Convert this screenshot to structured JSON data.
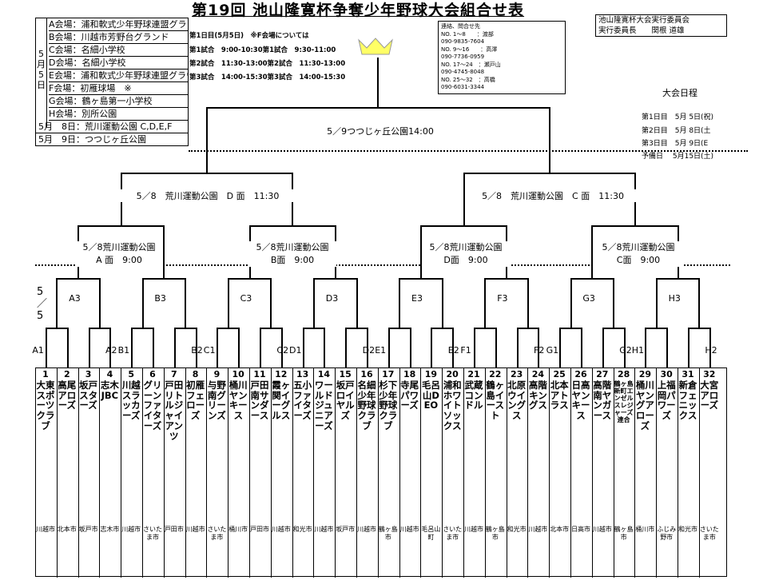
{
  "title": "第19回 池山隆寛杯争奪少年野球大会組合せ表",
  "venue_date": "5月5日",
  "venues": [
    "A会場：浦和軟式少年野球連盟グラウン",
    "B会場：川越市芳野台グランド",
    "C会場：名細小学校",
    "D会場：名細小学校",
    "E会場：浦和軟式少年野球連盟グラウン",
    "F会場：初雁球場　※",
    "G会場：鶴ヶ島第一小学校",
    "H会場：別所公園"
  ],
  "venue_extra": [
    "5月　8日：荒川運動公園 C,D,E,F",
    "5月　9日：つつじヶ丘公園"
  ],
  "schedule": {
    "header": "第1日目(5月5日)　※F会場については",
    "rows": [
      "第1試合　9:00-10:30第1試合　9:30-11:00",
      "第2試合　11:30-13:00第2試合　11:30-13:00",
      "第3試合　14:00-15:30第3試合　14:00-15:30"
    ]
  },
  "contacts": [
    "連絡、問合せ先",
    "NO. 1～8　　：渡部",
    "090-9835-7604",
    "NO. 9～16　　：高澤",
    "090-7736-0959",
    "NO. 17～24　：瀬戸山",
    "090-4745-8048",
    "NO. 25～32　：高橋",
    "090-6031-3344"
  ],
  "committee": {
    "line1": "池山隆寛杯大会実行委員会",
    "line2": "実行委員長　　関根 道雄"
  },
  "taikai_nittei": {
    "title": "大会日程",
    "rows": [
      "第1日目　5月 5日(祝)",
      "第2日目　5月 8日(土",
      "第3日目　5月 9日(E",
      "予備日　 5月15日(土)"
    ]
  },
  "final_label": "5／9つつじヶ丘公園14:00",
  "semi_labels": [
    "5／8　荒川運動公園　D 面　11:30",
    "5／8　荒川運動公園　C 面　11:30"
  ],
  "quarter_labels": [
    {
      "line1": "5／8荒川運動公園",
      "line2": "A 面　9:00"
    },
    {
      "line1": "5／8荒川運動公園",
      "line2": "B面　9:00"
    },
    {
      "line1": "5／8荒川運動公園",
      "line2": "D面　9:00"
    },
    {
      "line1": "5／8荒川運動公園",
      "line2": "C面　9:00"
    }
  ],
  "day_label": "5／5",
  "r2_labels": [
    "A3",
    "B3",
    "C3",
    "D3",
    "E3",
    "F3",
    "G3",
    "H3"
  ],
  "r1_labels": [
    "A1",
    "A2",
    "B1",
    "B2",
    "C1",
    "C2",
    "D1",
    "D2",
    "E1",
    "E2",
    "F1",
    "F2",
    "G1",
    "G2",
    "H1",
    "H2"
  ],
  "teams": [
    {
      "no": "1",
      "name": "大東スポーツクラブ",
      "city": "川越市"
    },
    {
      "no": "2",
      "name": "高尾アローズ",
      "city": "北本市"
    },
    {
      "no": "3",
      "name": "坂戸スターズ",
      "city": "坂戸市"
    },
    {
      "no": "4",
      "name": "志木JBC",
      "city": "志木市"
    },
    {
      "no": "5",
      "name": "川越スラッカーズ",
      "city": "川越市"
    },
    {
      "no": "6",
      "name": "グリーンファイターズ",
      "city": "さいたま市"
    },
    {
      "no": "7",
      "name": "戸田リトルジャイアンツ",
      "city": "戸田市"
    },
    {
      "no": "8",
      "name": "初雁フェローズ",
      "city": "川越市"
    },
    {
      "no": "9",
      "name": "与野南グリーンズ",
      "city": "さいたま市"
    },
    {
      "no": "10",
      "name": "桶川ヤンキース",
      "city": "桶川市"
    },
    {
      "no": "11",
      "name": "戸田南サンダース",
      "city": "戸田市"
    },
    {
      "no": "12",
      "name": "霞ヶ関イーグルス",
      "city": "川越市"
    },
    {
      "no": "13",
      "name": "五小ファイターズ",
      "city": "和光市"
    },
    {
      "no": "14",
      "name": "ワールドジュニアーズ",
      "city": "川越市"
    },
    {
      "no": "15",
      "name": "坂戸ロイヤルズ",
      "city": "坂戸市"
    },
    {
      "no": "16",
      "name": "名細少年野球クラブ",
      "city": "川越市"
    },
    {
      "no": "17",
      "name": "杉下少年野球クラブ",
      "city": "鶴ヶ島市"
    },
    {
      "no": "18",
      "name": "寺尾パワーズ",
      "city": "川越市"
    },
    {
      "no": "19",
      "name": "毛呂山DEO",
      "city": "毛呂山町"
    },
    {
      "no": "20",
      "name": "浦和ホワイトソックス",
      "city": "さいたま市"
    },
    {
      "no": "21",
      "name": "武蔵コンドル",
      "city": "川越市"
    },
    {
      "no": "22",
      "name": "鶴ヶ島イースト",
      "city": "鶴ヶ島市"
    },
    {
      "no": "23",
      "name": "北原ウイングス",
      "city": "和光市"
    },
    {
      "no": "24",
      "name": "高階キングス",
      "city": "川越市"
    },
    {
      "no": "25",
      "name": "北本アトラス",
      "city": "北本市"
    },
    {
      "no": "26",
      "name": "日高ヤンキース",
      "city": "日高市"
    },
    {
      "no": "27",
      "name": "高階南ヤンガース",
      "city": "川越市"
    },
    {
      "no": "28",
      "name": "鶴ヶ島新町エンゼルスレジャーズ連合",
      "city": "鶴ヶ島市"
    },
    {
      "no": "29",
      "name": "桶川ヤングアローズ",
      "city": "桶川市"
    },
    {
      "no": "30",
      "name": "上福岡パワーズ",
      "city": "ふじみ野市"
    },
    {
      "no": "31",
      "name": "新倉フェニックス",
      "city": "和光市"
    },
    {
      "no": "32",
      "name": "大宮アローズ",
      "city": "さいたま市"
    }
  ]
}
